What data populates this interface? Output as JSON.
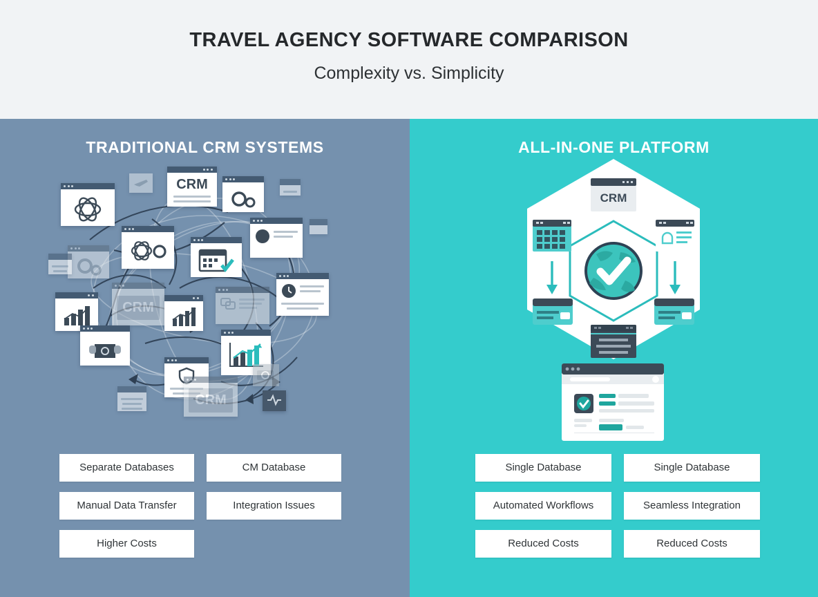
{
  "header": {
    "title": "TRAVEL AGENCY SOFTWARE COMPARISON",
    "subtitle": "Complexity vs. Simplicity"
  },
  "colors": {
    "page_background": "#f1f3f5",
    "left_panel": "#7591ae",
    "right_panel": "#34cccc",
    "chip_background": "#ffffff",
    "chip_text": "#2f3437",
    "title_text": "#25282b",
    "panel_title_text": "#ffffff",
    "window_titlebar": "#435a72",
    "accent_teal": "#2bbcbc",
    "accent_navy": "#3c4a57"
  },
  "left_panel": {
    "title": "TRADITIONAL CRM SYSTEMS",
    "illustration": {
      "name": "tangled-crm-network",
      "description": "Many overlapping application windows connected by tangled arrows",
      "window_labels": [
        "CRM",
        "CRM",
        "CRM"
      ],
      "icons": [
        "atom-icon",
        "gear-icon",
        "airplane-icon",
        "document-icon",
        "calendar-icon",
        "bar-chart-icon",
        "clock-icon",
        "chat-icon",
        "shield-icon",
        "printer-icon",
        "camera-icon",
        "photo-icon",
        "line-chart-icon"
      ]
    },
    "chips": [
      [
        "Separate Databases",
        "CM Database"
      ],
      [
        "Manual Data Transfer",
        "Integration Issues"
      ],
      [
        "Higher Costs"
      ]
    ]
  },
  "right_panel": {
    "title": "ALL-IN-ONE PLATFORM",
    "illustration": {
      "name": "unified-platform-hexagon",
      "description": "White hexagon containing a central globe with checkmark surrounded by connected modules",
      "window_labels": [
        "CRM"
      ],
      "icons": [
        "crm-window-icon",
        "calendar-icon",
        "document-icon",
        "arrow-down-icon",
        "arrow-down-icon",
        "credit-card-icon",
        "credit-card-icon",
        "globe-check-icon",
        "terminal-window-icon",
        "dashboard-window-icon"
      ]
    },
    "chips": [
      [
        "Single Database",
        "Single Database"
      ],
      [
        "Automated Workflows",
        "Seamless Integration"
      ],
      [
        "Reduced Costs",
        "Reduced Costs"
      ]
    ]
  }
}
